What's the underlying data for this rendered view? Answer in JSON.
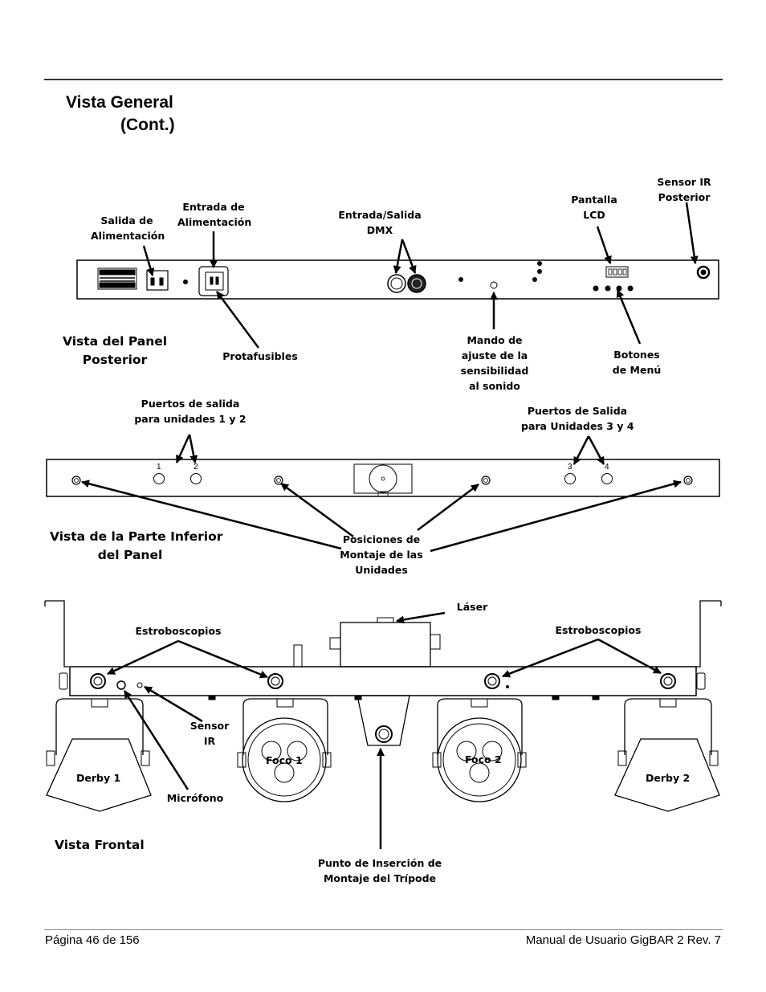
{
  "title": {
    "line1": "Vista General",
    "line2": "(Cont.)"
  },
  "rear_panel": {
    "view_label_1": "Vista del Panel",
    "view_label_2": "Posterior",
    "labels": {
      "power_out_1": "Salida de",
      "power_out_2": "Alimentación",
      "power_in_1": "Entrada de",
      "power_in_2": "Alimentación",
      "dmx_1": "Entrada/Salida",
      "dmx_2": "DMX",
      "lcd_1": "Pantalla",
      "lcd_2": "LCD",
      "ir_rear_1": "Sensor IR",
      "ir_rear_2": "Posterior",
      "fuse": "Protafusibles",
      "sound_1": "Mando de",
      "sound_2": "ajuste de la",
      "sound_3": "sensibilidad",
      "sound_4": "al sonido",
      "menu_1": "Botones",
      "menu_2": "de Menú"
    }
  },
  "bottom_panel": {
    "view_label_1": "Vista de la Parte Inferior",
    "view_label_2": "del Panel",
    "labels": {
      "out12_1": "Puertos de salida",
      "out12_2": "para unidades 1 y 2",
      "out34_1": "Puertos de Salida",
      "out34_2": "para Unidades 3 y 4",
      "mount_1": "Posiciones de",
      "mount_2": "Montaje de las",
      "mount_3": "Unidades"
    },
    "port_numbers": [
      "1",
      "2",
      "3",
      "4"
    ]
  },
  "front_view": {
    "view_label": "Vista Frontal",
    "labels": {
      "laser": "Láser",
      "strobe_left": "Estroboscopios",
      "strobe_right": "Estroboscopios",
      "ir_1": "Sensor",
      "ir_2": "IR",
      "mic": "Micrófono",
      "tripod_1": "Punto de Inserción de",
      "tripod_2": "Montaje del Trípode"
    },
    "fixtures": {
      "derby1": "Derby 1",
      "spot1": "Foco 1",
      "spot2": "Foco 2",
      "derby2": "Derby 2"
    }
  },
  "footer": {
    "left": "Página 46 de 156",
    "right": "Manual de Usuario GigBAR 2 Rev. 7"
  }
}
